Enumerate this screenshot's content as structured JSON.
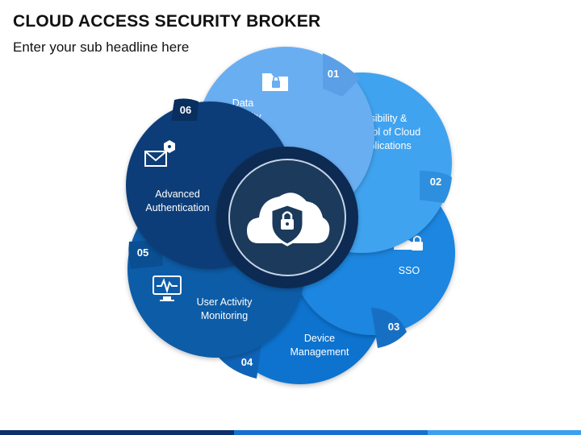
{
  "title": "CLOUD ACCESS SECURITY BROKER",
  "subtitle": "Enter your sub headline here",
  "center": {
    "icon": "cloud-shield-lock-icon"
  },
  "segments": [
    {
      "number": "01",
      "label": [
        "Data",
        "Security"
      ],
      "icon": "folder-lock-icon",
      "color": "#6aaef2"
    },
    {
      "number": "02",
      "label": [
        "Visibility &",
        "Control of Cloud",
        "Applications"
      ],
      "icon": "cloud-apps-icon",
      "color": "#3fa3ef"
    },
    {
      "number": "03",
      "label": [
        "SSO"
      ],
      "icon": "user-lock-icon",
      "color": "#1f86e0"
    },
    {
      "number": "04",
      "label": [
        "Device",
        "Management"
      ],
      "icon": "mobile-gear-icon",
      "color": "#1173cf"
    },
    {
      "number": "05",
      "label": [
        "User Activity",
        "Monitoring"
      ],
      "icon": "monitor-pulse-icon",
      "color": "#0a5ba7"
    },
    {
      "number": "06",
      "label": [
        "Advanced",
        "Authentication"
      ],
      "icon": "mail-key-icon",
      "color": "#0a3d78"
    }
  ],
  "colors": {
    "center_ring": "#0b2a52",
    "center_fill": "#1b3a5c",
    "bottom_bar": [
      "#0a2f6b",
      "#1670d0",
      "#3aa0ef"
    ]
  }
}
